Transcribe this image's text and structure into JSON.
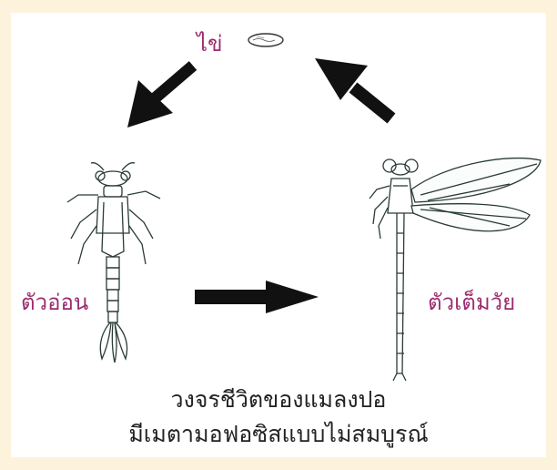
{
  "diagram": {
    "stages": {
      "egg": "ไข่",
      "nymph": "ตัวอ่อน",
      "adult": "ตัวเต็มวัย"
    },
    "caption": {
      "line1": "วงจรชีวิตของแมลงปอ",
      "line2": "มีเมตามอฟอซิสแบบไม่สมบูรณ์"
    },
    "colors": {
      "label": "#9b2c6e",
      "background": "#fdf3dc",
      "arrow": "#111111"
    }
  }
}
